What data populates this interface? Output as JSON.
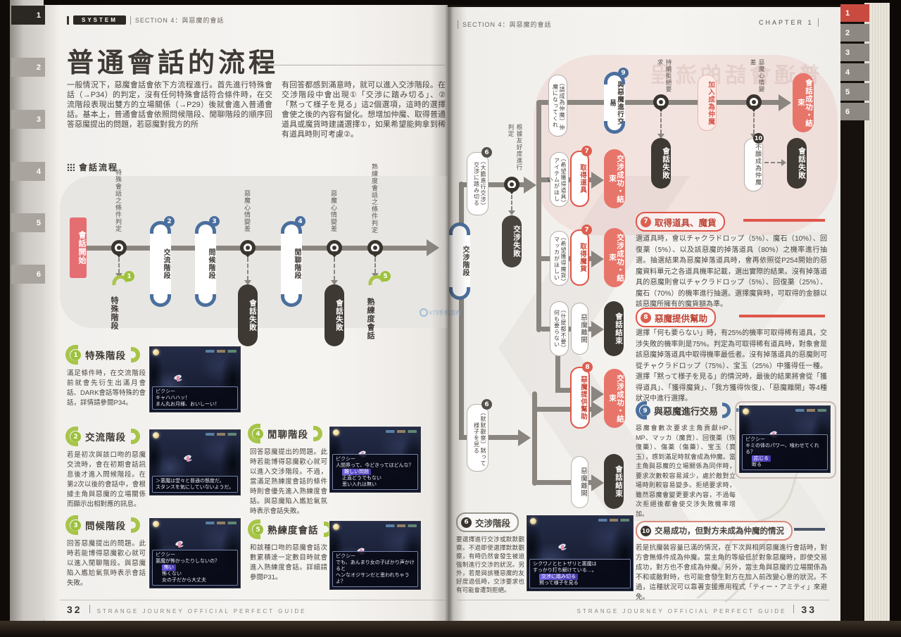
{
  "chrome": {
    "badge": "SYSTEM",
    "section": "SECTION 4：與惡魔的會話",
    "chapter": "CHAPTER 1",
    "tabs": [
      "1",
      "2",
      "3",
      "4",
      "5",
      "6"
    ],
    "footer_title": "STRANGE JOURNEY OFFICIAL PERFECT GUIDE",
    "left_page_no": "32",
    "right_page_no": "33",
    "watermark": "k73手机游戏",
    "colors": {
      "accent_red": "#e0564a",
      "accent_blue": "#4a6f9e",
      "accent_green": "#a8c549",
      "pill_dark": "#3f3933",
      "success_pill": "#e8756a"
    }
  },
  "left": {
    "title": "普通會話的流程",
    "intro1": "一般情況下，惡魔會話會依下方流程進行。首先進行特殊會話（→P34）的判定，沒有任何特殊會話符合條件時，在交流階段表現出雙方的立場關係（→P29）後就會進入普通會話。基本上，普通會話會依照問候階段、閒聊階段的順序回答惡魔提出的問題，若惡魔對我方的所",
    "intro2": "有回答都感到滿意時，就可以進入交涉階段。在交涉階段中會出現①「交渉に踏み切る」、②「黙って様子を見る」這2個選項，這時的選擇會使之後的內容有變化。想增加仲魔、取得普通道具或魔貨時建議選擇①，如果希望能夠拿到稀有道具時則可考慮②。",
    "flow_label": "會話流程",
    "flow": {
      "start": "會話開始",
      "cond_special": "特殊會話之條件判定",
      "special": "特殊階段",
      "stage2": "交流階段",
      "stage3": "問候階段",
      "mood_bad": "惡魔心情變差",
      "fail": "會話失敗",
      "stage4": "閒聊階段",
      "cond_skill": "熟練度會話之條件判定",
      "skill": "熟練度會話"
    },
    "sections": [
      {
        "num": "1",
        "title": "特殊階段",
        "body": "滿足條件時，在交流階段前就會先衍生出滿月會話、DARK會話等特殊的會話，詳情請參閱P34。"
      },
      {
        "num": "2",
        "title": "交流階段",
        "body": "若是初次與該口吻的惡魔交流時，會在初期會話訊息後才進入問候階段。在第2次以後的會話中，會根據主角與惡魔的立場關係而顯示出相對應的訊息。"
      },
      {
        "num": "3",
        "title": "問候階段",
        "body": "回答惡魔提出的問題。此時若能博得惡魔歡心就可以進入閒聊階段。與惡魔陷入尷尬氣氛時表示會話失敗。"
      },
      {
        "num": "4",
        "title": "閒聊階段",
        "body": "回答惡魔提出的問題。此時若能博得惡魔歡心就可以進入交涉階段。不過，當滿足熟練度會話的條件時則會優先進入熟練度會話。與惡魔陷入尷尬氣氛時表示會話失敗。"
      },
      {
        "num": "5",
        "title": "熟練度會話",
        "body": "和該種口吻的惡魔會話次數累積達一定數目時就會進入熟練度會話。詳細請參閱P31。"
      }
    ]
  },
  "right": {
    "flow": {
      "nego_stage": "交涉階段",
      "opt_nego": "（大膽進行交涉）交渉に踏み切る",
      "opt_wait": "（默默觀察）黙って様子を見る",
      "judge": "根據友好度進行判定",
      "nego_fail": "交涉失敗",
      "ask_item": "（希望獲得道具）アイテムがほしい",
      "get_item": "取得道具",
      "ask_macca": "（希望獲得魔貨）マッカがほしい",
      "get_macca": "取得魔貨",
      "ask_none": "（什麼都不要）何も要らない",
      "leave": "惡魔離開",
      "talk_end": "會話結束",
      "help": "惡魔提供幫助",
      "success": "交涉成功・結束",
      "ask_join": "（請成為仲魔）仲魔になってくれ",
      "trade": "與惡魔進行交易",
      "refuse": "持續拒絕要求",
      "fail": "會話失敗",
      "join": "加入成為仲魔",
      "mood_bad": "惡魔心情變差",
      "no_join": "不願成為仲魔",
      "talk_success": "會話成功・結束"
    },
    "sections": [
      {
        "num": "7",
        "title": "取得道具、魔貨",
        "body": "選道具時，會以チャクラドロップ（5%）、魔石（10%）、回復薬（5%）、以及該惡魔的掉落道具（80%）之機率進行抽選。抽選結果為惡魔掉落道具時，會再依照從P254開始的惡魔資料單元之各道具機率記載，選出實際的結果。沒有掉落道具的惡魔則會以チャクラドロップ（5%）、回復薬（25%）、魔石（70%）的機率進行抽選。選擇魔貨時，可取得的金額以該惡魔所擁有的魔貨額為準。"
      },
      {
        "num": "8",
        "title": "惡魔提供幫助",
        "body": "選擇「何も要らない」時，有25%的機率可取得稀有道具，交涉失敗的機率則是75%。判定為可取得稀有道具時，對象會是該惡魔掉落道具中取得機率最低者。沒有掉落道具的惡魔則可從チャクラドロップ（75%）、宝玉（25%）中獲得任一種。選擇「黙って様子を見る」的情況時，最後的結果將會從「獲得道具」、「獲得魔貨」、「我方獲得恢復」、「惡魔離開」等4種狀況中進行選擇。"
      },
      {
        "num": "9",
        "title": "與惡魔進行交易",
        "body": "惡魔會數次要求主角貢獻HP、MP、マッカ（魔貨）、回復薬（恢復藥）、傷薬（傷藥）、宝玉（寶玉），感到滿足時就會成為仲魔。當主角與惡魔的立場關係為同伴時，要求次數較容易減少，處於敵對立場時則較容易變多。拒絕要求時，雖然惡魔會變更要求內容，不過每次拒絕後都會使交涉失敗機率增加。"
      },
      {
        "num": "10",
        "title": "交易成功，但對方未成為仲魔的情況",
        "body": "若是抗魔裝容量已滿的情況，在下次與相同惡魔進行會話時，對方會無條件成為仲魔。當主角的等級低於對象惡魔時，即使交易成功，對方也不會成為仲魔。另外，當主角與惡魔的立場關係為不和或敵對時，也可能會發生對方在加入前改變心意的狀況。不過，這種狀況可以靠著支援應用程式「ティー・アミティ」來避免。"
      },
      {
        "num": "6",
        "title": "交涉階段",
        "body": "要選擇進行交涉或默默觀察。不過即使選擇默默觀察，有時仍然會發生被迫強制進行交涉的狀況。另外，若是與該種惡魔的友好度過低時，交涉要求也有可能會遭到拒絕。"
      }
    ]
  },
  "shots": {
    "s1": {
      "speaker": "ピクシー",
      "lines": [
        "キャハハハッ！",
        "まん丸お月様、おいしーい！"
      ]
    },
    "s2": {
      "lines": [
        "＞悪魔は堂々と普通の態度だ。",
        "スタンスを気にしていないようだ。"
      ]
    },
    "s3": {
      "speaker": "ピクシー",
      "line": "悪魔が怖かったりしないの？",
      "options": [
        "怖い",
        "怖くない",
        "女の子だから大丈夫"
      ]
    },
    "s4": {
      "speaker": "ピクシー",
      "line": "人間界って、今どきってほどんな？",
      "options": [
        "難しい問題",
        "正直どうでもない",
        "思い入れは無い"
      ]
    },
    "s5": {
      "speaker": "ピクシー",
      "lines": [
        "でも、あんまり女の子ばかり声かけると",
        "ヘンなオジサンだと思われちゃうよ？"
      ]
    },
    "s6": {
      "lines": [
        "シクワノとヒトザリと悪魔は",
        "すっかり打ち解けている…。"
      ],
      "options": [
        "交渉に踏み切る",
        "黙って様子を見る"
      ]
    },
    "s9": {
      "speaker": "ピクシー",
      "line": "キミの体のパワー、喰わせてくれる？",
      "options": [
        "応じる",
        "断る"
      ]
    }
  }
}
